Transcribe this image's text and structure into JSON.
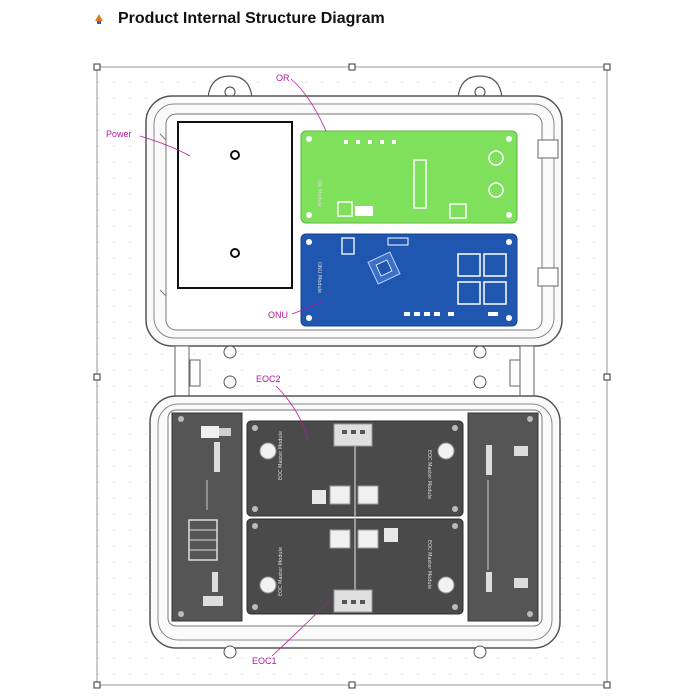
{
  "title": "Product Internal Structure Diagram",
  "title_icon": "bullet-icon",
  "labels": {
    "or": "OR",
    "power": "Power",
    "onu": "ONU",
    "eoc2": "EOC2",
    "eoc1": "EOC1"
  },
  "colors": {
    "label": "#b3179e",
    "or_board": "#7fe05c",
    "onu_board": "#1f56b0",
    "eoc_board": "#4a4a4a",
    "enclosure": "#8a8a8a"
  }
}
